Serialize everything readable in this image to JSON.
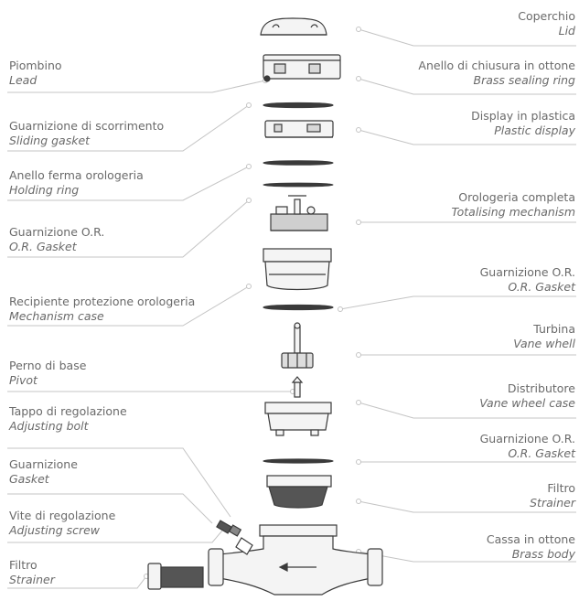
{
  "labels": {
    "lid": {
      "it": "Coperchio",
      "en": "Lid"
    },
    "lead": {
      "it": "Piombino",
      "en": "Lead"
    },
    "brass_ring": {
      "it": "Anello di chiusura in ottone",
      "en": "Brass sealing ring"
    },
    "sliding_gasket": {
      "it": "Guarnizione di scorrimento",
      "en": "Sliding gasket"
    },
    "plastic_display": {
      "it": "Display in plastica",
      "en": "Plastic display"
    },
    "holding_ring": {
      "it": "Anello ferma orologeria",
      "en": "Holding ring"
    },
    "totalising": {
      "it": "Orologeria completa",
      "en": "Totalising mechanism"
    },
    "or_gasket_left": {
      "it": "Guarnizione O.R.",
      "en": "O.R. Gasket"
    },
    "or_gasket_right1": {
      "it": "Guarnizione O.R.",
      "en": "O.R. Gasket"
    },
    "mechanism_case": {
      "it": "Recipiente protezione orologeria",
      "en": "Mechanism case"
    },
    "turbina": {
      "it": "Turbina",
      "en": "Vane whell"
    },
    "pivot": {
      "it": "Perno di base",
      "en": "Pivot"
    },
    "distributore": {
      "it": "Distributore",
      "en": "Vane wheel case"
    },
    "adjusting_bolt": {
      "it": "Tappo di regolazione",
      "en": "Adjusting bolt"
    },
    "or_gasket_right2": {
      "it": "Guarnizione O.R.",
      "en": "O.R. Gasket"
    },
    "gasket": {
      "it": "Guarnizione",
      "en": "Gasket"
    },
    "filtro_right": {
      "it": "Filtro",
      "en": "Strainer"
    },
    "adjusting_screw": {
      "it": "Vite di regolazione",
      "en": "Adjusting screw"
    },
    "filtro_left": {
      "it": "Filtro",
      "en": "Strainer"
    },
    "brass_body": {
      "it": "Cassa in ottone",
      "en": "Brass body"
    }
  },
  "colors": {
    "line": "#c4c4c4",
    "part": "#3a3a3a",
    "fill": "#f4f4f4",
    "text": "#6a6a6a"
  }
}
